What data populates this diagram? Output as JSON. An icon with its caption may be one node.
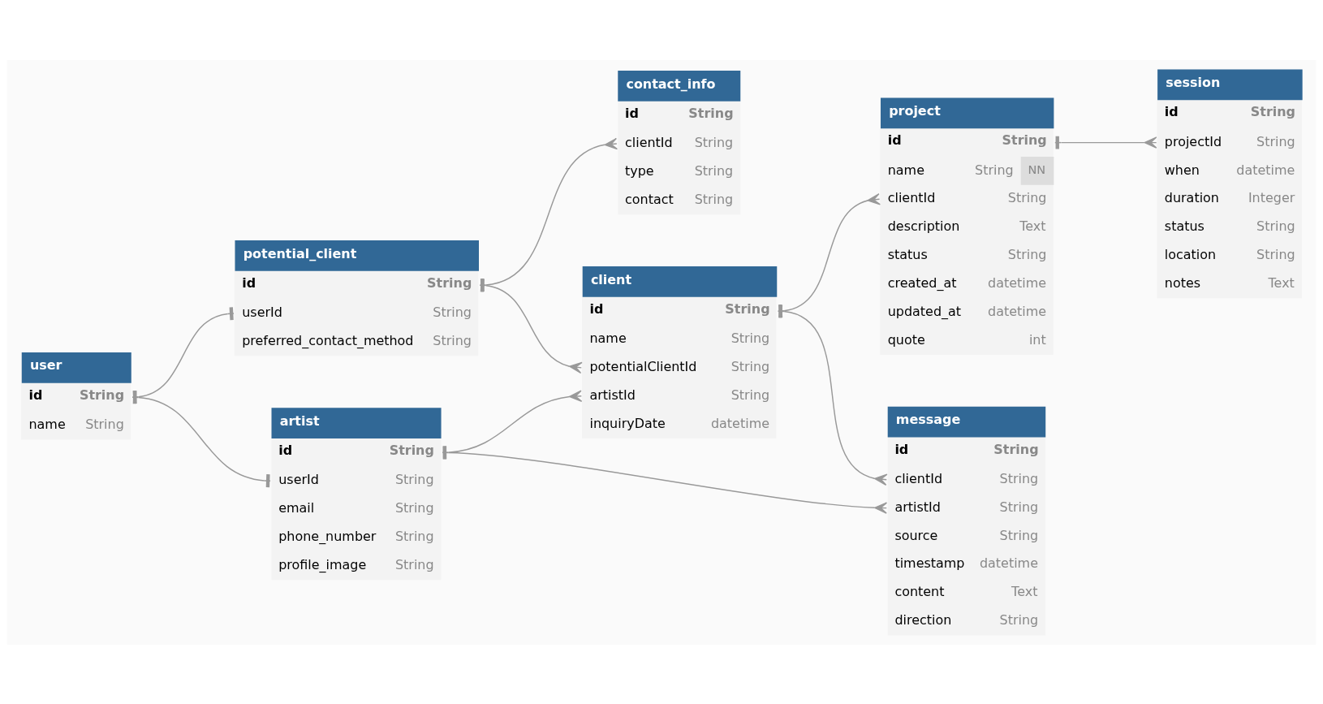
{
  "diagram": {
    "nodes": [
      {
        "text": [
          "contact_info",
          "id",
          "String",
          "clientId",
          "String",
          "type",
          "String",
          "contact",
          "String"
        ]
      },
      {
        "text": [
          "potential_client",
          "id",
          "String",
          "userId",
          "String",
          "preferred_contact_method",
          "String"
        ]
      },
      {
        "text": [
          "session",
          "id",
          "String",
          "projectId",
          "String",
          "when",
          "datetime",
          "duration",
          "Integer",
          "status",
          "String",
          "location",
          "String",
          "notes",
          "Text"
        ]
      },
      {
        "text": [
          "project",
          "id",
          "String",
          "name",
          "String",
          "NN",
          "clientId",
          "String",
          "description",
          "Text",
          "status",
          "String",
          "created_at",
          "datetime",
          "updated_at",
          "datetime",
          "quote",
          "int"
        ]
      },
      {
        "text": [
          "user",
          "id",
          "String",
          "name",
          "String"
        ]
      },
      {
        "text": [
          "client",
          "id",
          "String",
          "name",
          "String",
          "potentialClientId",
          "String",
          "artistId",
          "String",
          "inquiryDate",
          "datetime"
        ]
      },
      {
        "text": [
          "artist",
          "id",
          "String",
          "userId",
          "String",
          "email",
          "String",
          "phone_number",
          "String",
          "profile_image",
          "String"
        ]
      },
      {
        "text": [
          "message",
          "id",
          "String",
          "clientId",
          "String",
          "artistId",
          "String",
          "source",
          "String",
          "timestamp",
          "datetime",
          "content",
          "Text",
          "direction",
          "String"
        ]
      }
    ],
    "edges": [
      {
        "from": 4,
        "to": 1,
        "arrow": "other"
      },
      {
        "from": 4,
        "to": 6,
        "arrow": "other"
      },
      {
        "from": 1,
        "to": 0,
        "arrow": "other"
      },
      {
        "from": 1,
        "to": 5,
        "arrow": "other"
      },
      {
        "from": 6,
        "to": 5,
        "arrow": "other"
      },
      {
        "from": 6,
        "to": 7,
        "arrow": "other"
      },
      {
        "from": 5,
        "to": 3,
        "arrow": "other"
      },
      {
        "from": 5,
        "to": 7,
        "arrow": "other"
      },
      {
        "from": 3,
        "to": 2,
        "arrow": "other"
      }
    ]
  }
}
